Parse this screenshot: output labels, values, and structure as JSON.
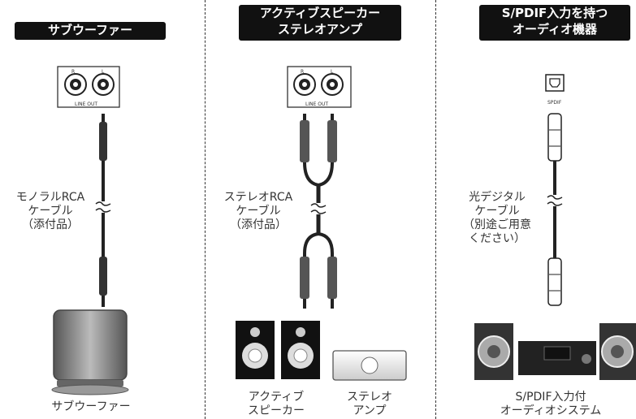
{
  "col_sub": {
    "title": "サブウーファー",
    "port_r": "R",
    "port_l": "L",
    "port_caption": "LINE OUT",
    "cable_label": "モノラルRCA\nケーブル\n（添付品）",
    "device_label": "サブウーファー"
  },
  "col_active": {
    "title": "アクティブスピーカー\nステレオアンプ",
    "port_r": "R",
    "port_l": "L",
    "port_caption": "LINE OUT",
    "cable_label": "ステレオRCA\nケーブル\n（添付品）",
    "device1_label": "アクティブ\nスピーカー",
    "device2_label": "ステレオ\nアンプ"
  },
  "col_spdif": {
    "title": "S/PDIF入力を持つ\nオーディオ機器",
    "port_caption": "SPDIF",
    "cable_label": "光デジタル\nケーブル\n（別途ご用意\nください）",
    "device_label": "S/PDIF入力付\nオーディオシステム"
  },
  "colors": {
    "badge_bg": "#111111",
    "line": "#333333"
  }
}
